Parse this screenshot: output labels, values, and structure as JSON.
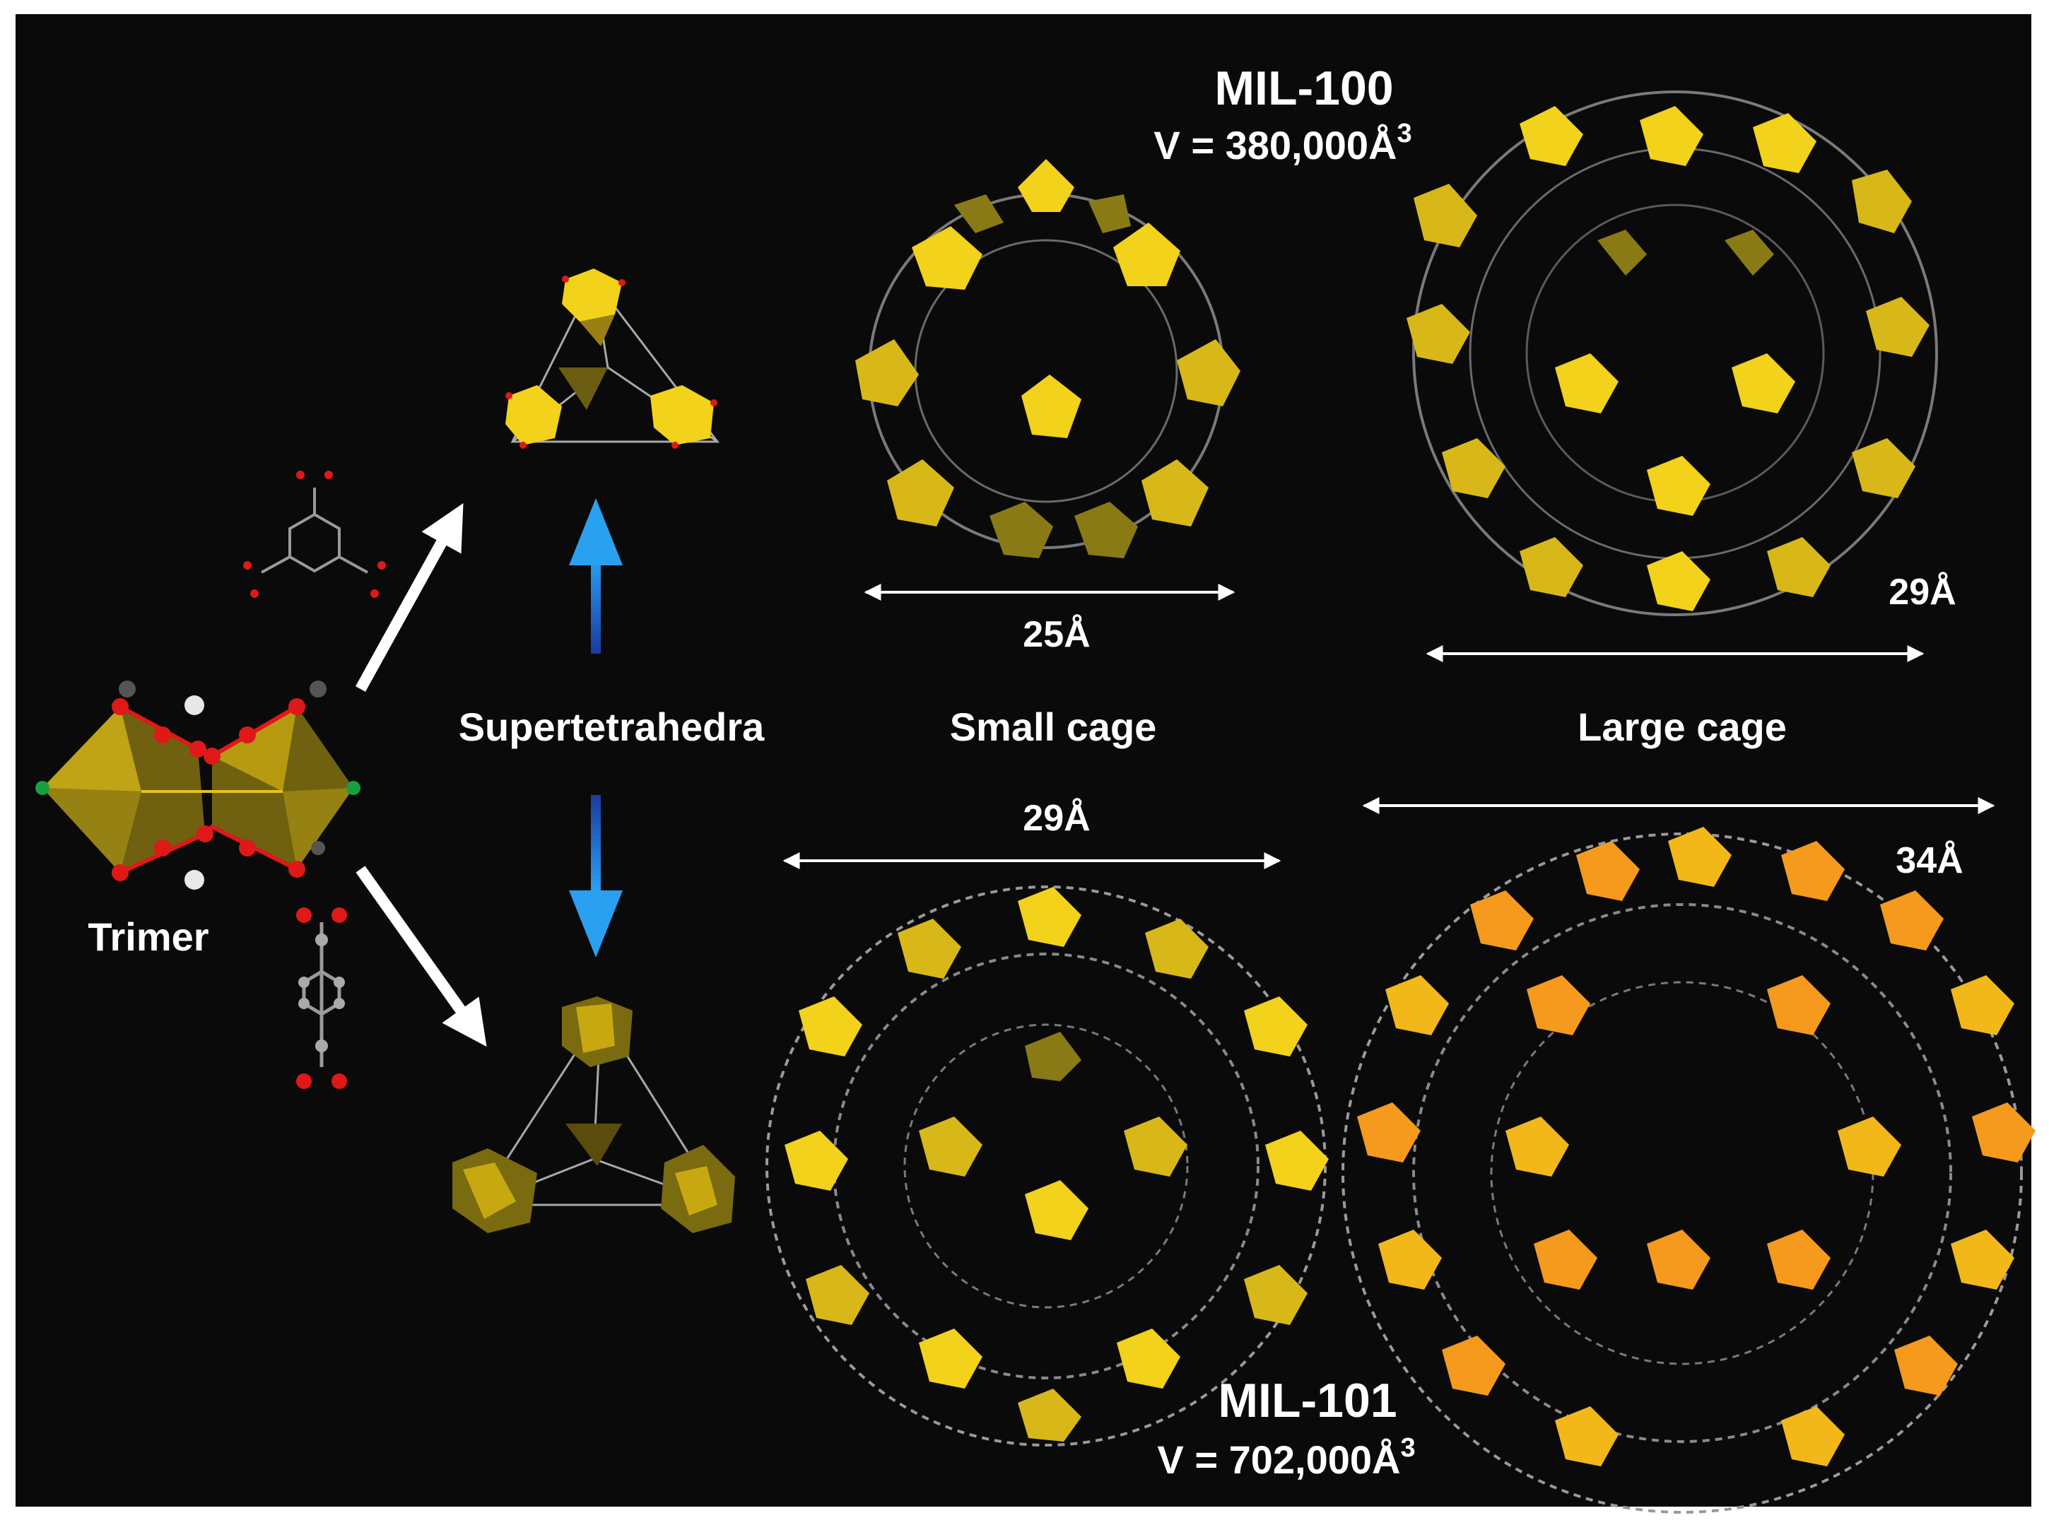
{
  "labels": {
    "mil100_title": "MIL-100",
    "mil100_volume": "V = 380,000Å",
    "mil100_volume_exp": "3",
    "mil101_title": "MIL-101",
    "mil101_volume": "V = 702,000Å",
    "mil101_volume_exp": "3",
    "trimer": "Trimer",
    "supertetrahedra": "Supertetrahedra",
    "small_cage": "Small cage",
    "large_cage": "Large cage",
    "dim_small_mil100": "25Å",
    "dim_large_mil100": "29Å",
    "dim_small_mil101": "29Å",
    "dim_large_mil101": "34Å"
  },
  "colors": {
    "background": "#0a0a0a",
    "polyhedra_yellow": "#f2d21a",
    "polyhedra_orange": "#f59a1c",
    "polyhedra_olive": "#8a7a16",
    "framework_line": "#b8b8b8",
    "oxygen": "#e01818",
    "chlorine": "#18a040",
    "arrow_white": "#ffffff",
    "arrow_blue": "#1e8ce0"
  }
}
